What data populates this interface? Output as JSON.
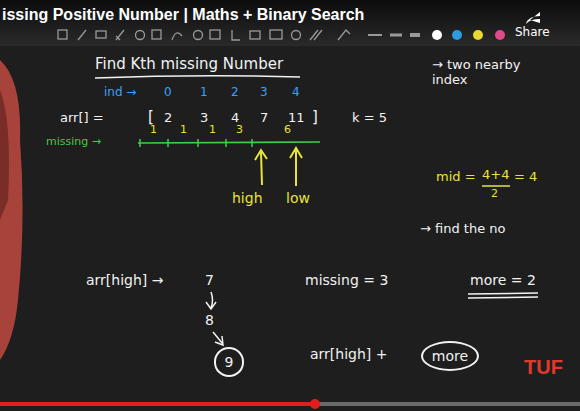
{
  "diagram": {
    "title": "issing Positive Number | Maths + Binary Search",
    "nodes": [
      {
        "text": [
          "9"
        ]
      },
      {
        "text": [
          "more"
        ]
      }
    ],
    "labels": [
      "Share",
      "Find Kth missing Number",
      "→ two nearby index",
      "ind →",
      "0",
      "1",
      "2",
      "3",
      "4",
      "arr[] =",
      "[",
      "2",
      "3",
      "4",
      "7",
      "11",
      "]",
      "k = 5",
      "missing →",
      "1",
      "1",
      "1",
      "3",
      "6",
      "high",
      "low",
      "mid =",
      "4+4",
      "2",
      "= 4",
      "→ find the no",
      "arr[high] →",
      "7",
      "8",
      "missing = 3",
      "more = 2",
      "arr[high] +",
      "TUF"
    ]
  }
}
